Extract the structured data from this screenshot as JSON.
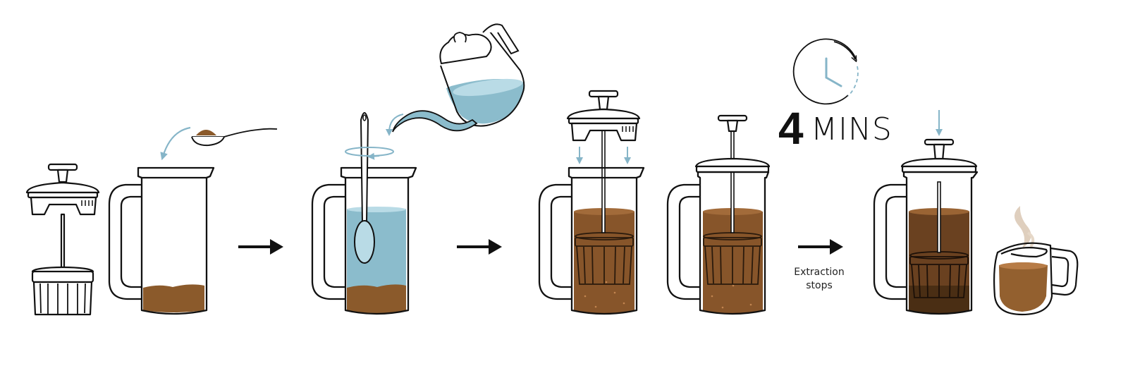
{
  "title": "French press brewing steps",
  "colors": {
    "outline": "#111111",
    "accent_blue": "#86b5c8",
    "water": "#8bbccc",
    "water_light": "#b9dbe6",
    "grounds": "#8b5a2b",
    "coffee": "#87552a",
    "coffee_dark": "#5e3a1c",
    "cup_coffee": "#93602f",
    "steam": "#d9c7b3"
  },
  "steps": [
    {
      "id": "step-1",
      "description": "Add ground coffee to carafe"
    },
    {
      "id": "step-2",
      "description": "Pour hot water and stir"
    },
    {
      "id": "step-3",
      "description": "Place lid with plunger up and steep"
    },
    {
      "id": "step-4",
      "description": "Press plunger down and pour"
    }
  ],
  "timer": {
    "number": "4",
    "unit": "MINS"
  },
  "caption": {
    "line1": "Extraction",
    "line2": "stops"
  },
  "arrows": [
    "next",
    "next",
    "next"
  ]
}
